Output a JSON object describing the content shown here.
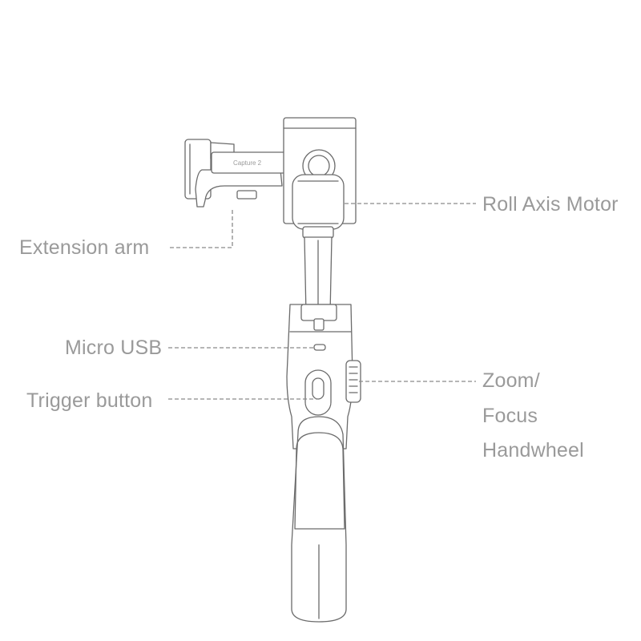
{
  "device": {
    "brand_text": "Capture 2"
  },
  "labels": {
    "roll_axis_motor": "Roll Axis Motor",
    "extension_arm": "Extension arm",
    "micro_usb": "Micro USB",
    "trigger_button": "Trigger button",
    "zoom_focus_handwheel": [
      "Zoom/",
      "Focus",
      "Handwheel"
    ]
  },
  "colors": {
    "outline": "#6b6b6b",
    "label_text": "#9a9a9a",
    "leader_line": "#8a8a8a"
  }
}
